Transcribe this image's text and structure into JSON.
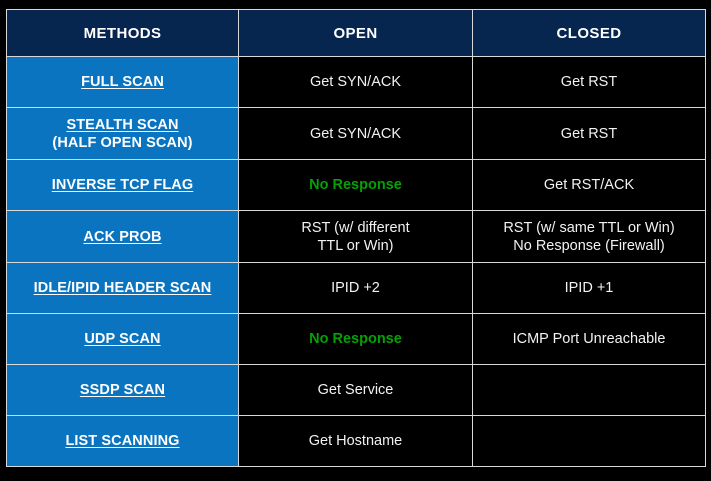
{
  "table": {
    "columns": [
      "METHODS",
      "OPEN",
      "CLOSED"
    ],
    "accent_colors": {
      "header_bg": "#06254f",
      "method_bg": "#0a74c0",
      "cell_bg": "#000000",
      "border": "#d9d9d9",
      "text": "#ffffff",
      "highlight_green": "#05a005"
    },
    "rows": [
      {
        "method_line1": "FULL SCAN",
        "method_line2": "",
        "open": "Get SYN/ACK",
        "open_color": "white",
        "closed_line1": "Get RST",
        "closed_line2": ""
      },
      {
        "method_line1": "STEALTH SCAN",
        "method_line2": "(HALF OPEN SCAN)",
        "open": "Get SYN/ACK",
        "open_color": "white",
        "closed_line1": "Get RST",
        "closed_line2": ""
      },
      {
        "method_line1": "INVERSE TCP FLAG",
        "method_line2": "",
        "open": "No Response",
        "open_color": "green",
        "closed_line1": "Get RST/ACK",
        "closed_line2": ""
      },
      {
        "method_line1": "ACK PROB",
        "method_line2": "",
        "open": "RST (w/ different",
        "open_line2": "TTL or Win)",
        "open_color": "white",
        "closed_line1": "RST (w/ same TTL or Win)",
        "closed_line2": "No Response (Firewall)"
      },
      {
        "method_line1": "IDLE/IPID HEADER SCAN",
        "method_line2": "",
        "open": "IPID +2",
        "open_color": "white",
        "closed_line1": "IPID +1",
        "closed_line2": ""
      },
      {
        "method_line1": "UDP SCAN",
        "method_line2": "",
        "open": "No Response",
        "open_color": "green",
        "closed_line1": "ICMP Port Unreachable",
        "closed_line2": ""
      },
      {
        "method_line1": "SSDP SCAN",
        "method_line2": "",
        "open": "Get Service",
        "open_color": "white",
        "closed_line1": "",
        "closed_line2": ""
      },
      {
        "method_line1": "LIST SCANNING",
        "method_line2": "",
        "open": "Get Hostname",
        "open_color": "white",
        "closed_line1": "",
        "closed_line2": ""
      }
    ]
  }
}
